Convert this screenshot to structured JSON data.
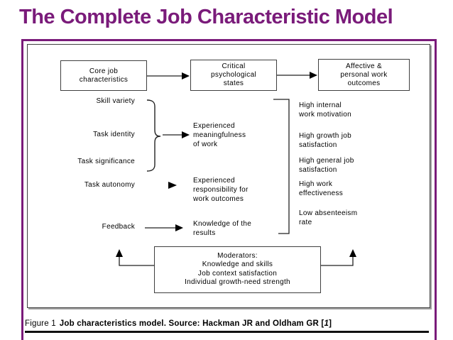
{
  "title": "The Complete Job Characteristic Model",
  "diagram": {
    "stage_boxes": [
      {
        "label": "Core job\ncharacteristics"
      },
      {
        "label": "Critical\npsychological\nstates"
      },
      {
        "label": "Affective &\npersonal work\noutcomes"
      }
    ],
    "core_job_characteristics": [
      "Skill variety",
      "Task identity",
      "Task significance",
      "Task autonomy",
      "Feedback"
    ],
    "psychological_states": [
      "Experienced\nmeaningfulness\nof work",
      "Experienced\nresponsibility for\nwork outcomes",
      "Knowledge of the\nresults"
    ],
    "outcomes": [
      "High internal\nwork motivation",
      "High growth job\nsatisfaction",
      "High general job\nsatisfaction",
      "High work\neffectiveness",
      "Low absenteeism\nrate"
    ],
    "moderators": {
      "heading": "Moderators:",
      "items": [
        "Knowledge and skills",
        "Job context satisfaction",
        "Individual growth-need strength"
      ]
    }
  },
  "caption": {
    "figure_label": "Figure 1",
    "bold_text": "Job characteristics model. Source: Hackman JR and Oldham GR [",
    "reference": "1",
    "bold_close": "]"
  },
  "colors": {
    "accent_purple": "#7a1b7a",
    "box_border": "#3f3f3f",
    "text": "#000000"
  }
}
